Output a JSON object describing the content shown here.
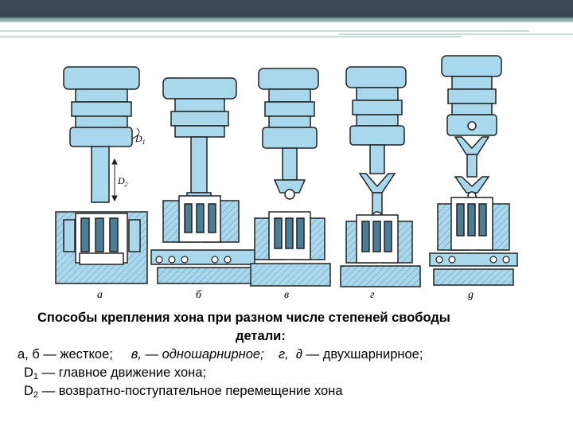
{
  "figure": {
    "panel_labels": [
      "а",
      "б",
      "в",
      "г",
      "g"
    ],
    "d1_label": "D",
    "d1_sub": "1",
    "d2_label": "D",
    "d2_sub": "2",
    "colors": {
      "part": "#a9d7ec",
      "stroke": "#222222",
      "hatch": "#9cc6da"
    }
  },
  "caption": {
    "title_line1": "Способы крепления хона при разном числе степеней свободы",
    "title_line2": "детали:",
    "line3": {
      "a": "а, б — жесткое;",
      "v": "в, — одношарнирное;",
      "g": "г,",
      "d": "∂ — двухшарнирное;"
    },
    "line4": {
      "prefix": "D",
      "sub": "1",
      "text": " — главное движение хона;"
    },
    "line5": {
      "prefix": "D",
      "sub": "2",
      "text": " — возвратно-поступательное перемещение хона"
    }
  }
}
